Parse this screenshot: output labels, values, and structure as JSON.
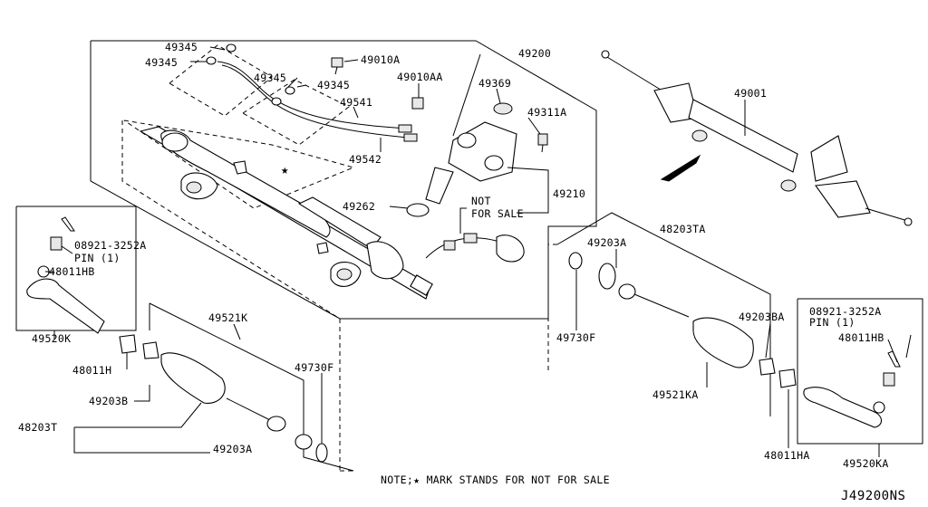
{
  "diagram_id": "J49200NS",
  "note": "NOTE;★ MARK STANDS FOR NOT FOR SALE",
  "labels": {
    "p49345_a": "49345",
    "p49345_b": "49345",
    "p49345_c": "49345",
    "p49345_d": "49345",
    "p49010A": "49010A",
    "p49010AA": "49010AA",
    "p49200": "49200",
    "p49369": "49369",
    "p49311A": "49311A",
    "p49541": "49541",
    "p49542": "49542",
    "p49262": "49262",
    "p49210": "49210",
    "not_for_sale_1": "NOT",
    "not_for_sale_2": "FOR SALE",
    "p49001": "49001",
    "p08921_left": "08921-3252A",
    "pin_left": "PIN (1)",
    "p48011HB_left": "48011HB",
    "p49520K": "49520K",
    "p48011H": "48011H",
    "p49521K": "49521K",
    "p49730F_left": "49730F",
    "p49203B": "49203B",
    "p48203T": "48203T",
    "p49203A_left": "49203A",
    "p48203TA": "48203TA",
    "p49203A_right": "49203A",
    "p49730F_right": "49730F",
    "p49203BA": "49203BA",
    "p49521KA": "49521KA",
    "p08921_right": "08921-3252A",
    "pin_right": "PIN (1)",
    "p48011HB_right": "48011HB",
    "p48011HA": "48011HA",
    "p49520KA": "49520KA"
  }
}
